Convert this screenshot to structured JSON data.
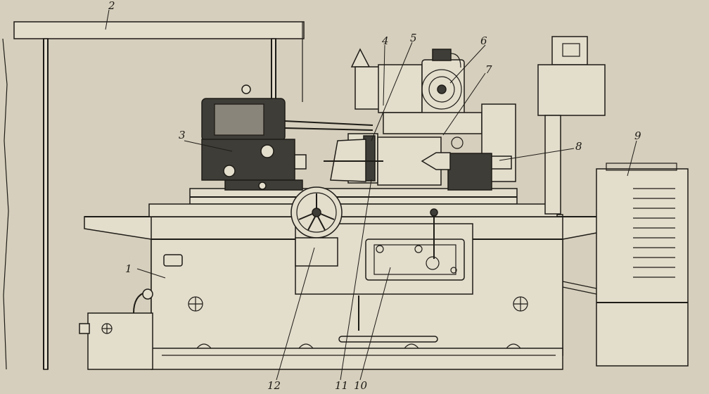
{
  "callouts": [
    {
      "key": "c1",
      "text": "1"
    },
    {
      "key": "c2",
      "text": "2"
    },
    {
      "key": "c3",
      "text": "3"
    },
    {
      "key": "c4",
      "text": "4"
    },
    {
      "key": "c5",
      "text": "5"
    },
    {
      "key": "c6",
      "text": "6"
    },
    {
      "key": "c7",
      "text": "7"
    },
    {
      "key": "c8",
      "text": "8"
    },
    {
      "key": "c9",
      "text": "9"
    },
    {
      "key": "c10",
      "text": "10"
    },
    {
      "key": "c11",
      "text": "11"
    },
    {
      "key": "c12",
      "text": "12"
    }
  ],
  "colors": {
    "paper": "#d6cfbd",
    "ink": "#1e1c17",
    "shade": "#3f3d37"
  }
}
